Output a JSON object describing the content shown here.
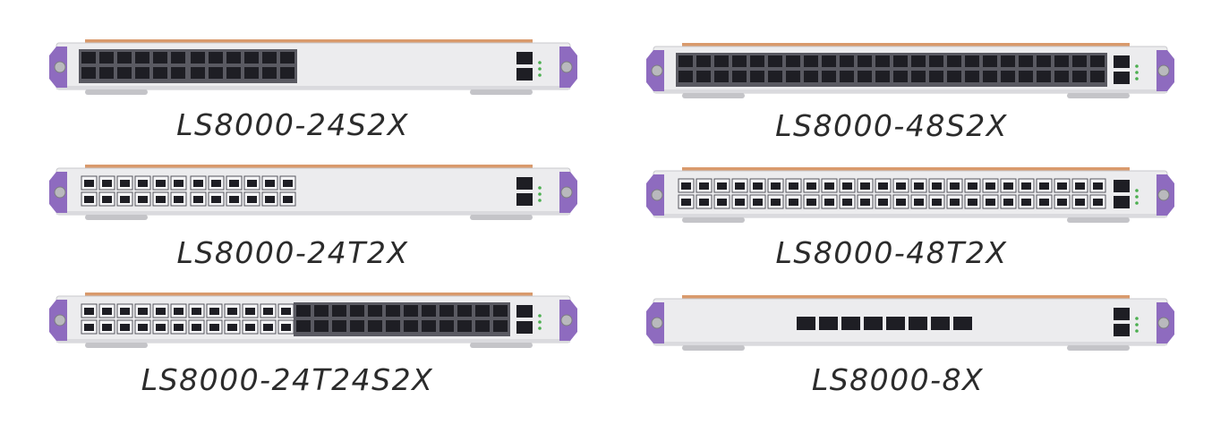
{
  "products": [
    {
      "name": "LS8000-24S2X",
      "ports": "24S2X"
    },
    {
      "name": "LS8000-48S2X",
      "ports": "48S2X"
    },
    {
      "name": "LS8000-24T2X",
      "ports": "24T2X"
    },
    {
      "name": "LS8000-48T2X",
      "ports": "48T2X"
    },
    {
      "name": "LS8000-24T24S2X",
      "ports": "24T24S2X"
    },
    {
      "name": "LS8000-8X",
      "ports": "8X"
    }
  ],
  "colors": {
    "panel": "#ececee",
    "rail": "#d99a6c",
    "ear": "#8e6bbf",
    "port": "#1e1e24",
    "label": "#2b2b2b"
  }
}
